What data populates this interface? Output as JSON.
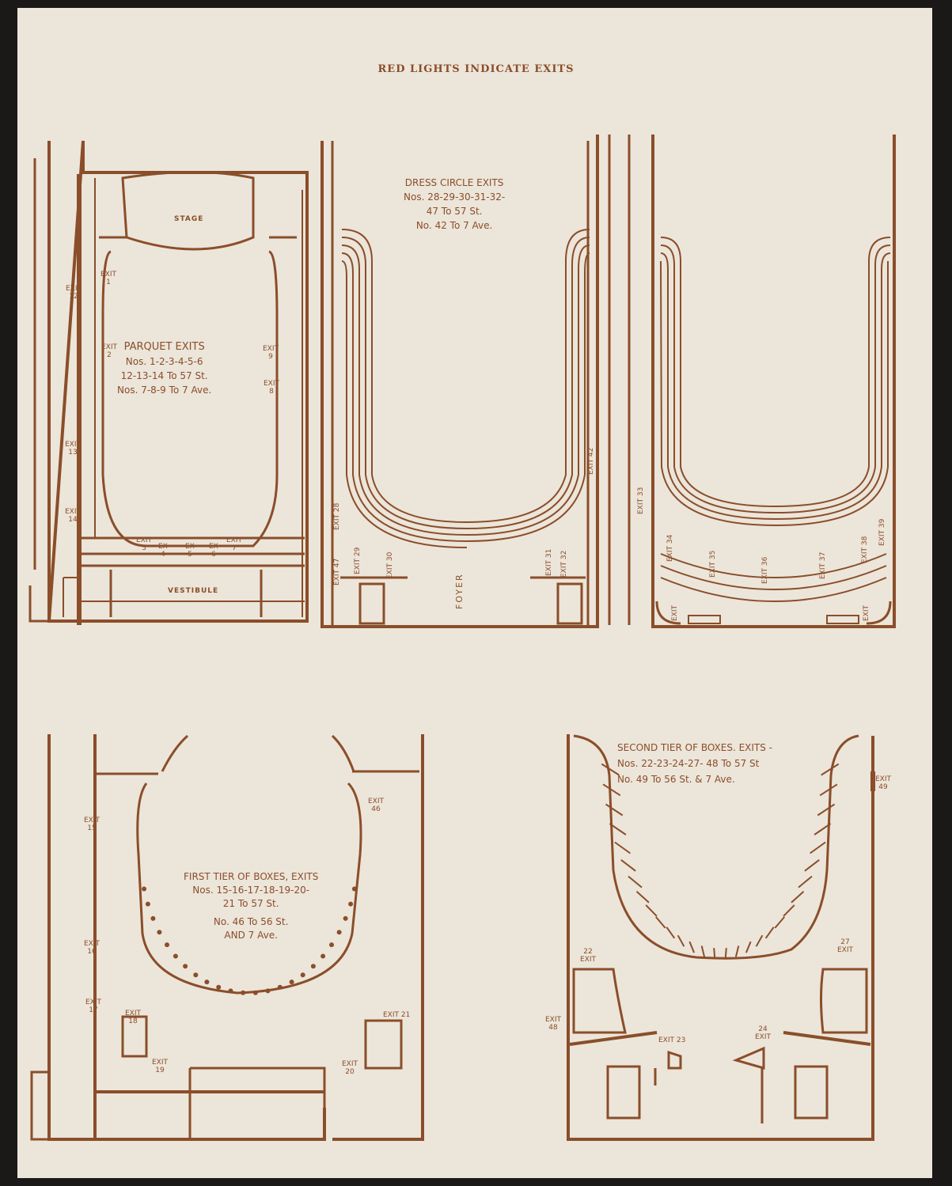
{
  "header": {
    "title": "RED LIGHTS INDICATE EXITS"
  },
  "plans": {
    "parquet": {
      "heading": "PARQUET EXITS",
      "lines": [
        "Nos. 1-2-3-4-5-6",
        "12-13-14 To 57 St.",
        "Nos. 7-8-9 To 7 Ave."
      ],
      "rooms": {
        "stage": "STAGE",
        "vestibule": "VESTIBULE"
      },
      "exits": {
        "e1": "EXIT\n1",
        "e2": "EXIT\n2",
        "e9": "EXIT\n9",
        "e8": "EXIT\n8",
        "e12": "EXIT\n12",
        "e13": "EXIT\n13",
        "e14": "EXIT\n14",
        "e3": "EXIT\n3",
        "e4": "EX\n4",
        "e5": "EX\n5",
        "e6": "EX\n6",
        "e7": "EXIT\n7"
      }
    },
    "dress_circle": {
      "heading": "DRESS CIRCLE EXITS",
      "lines": [
        "Nos. 28-29-30-31-32-",
        "47 To 57 St.",
        "No. 42 To 7 Ave."
      ],
      "rooms": {
        "foyer": "FOYER"
      },
      "exits": {
        "e28": "EXIT 28",
        "e47": "EXIT 47",
        "e29": "EXIT 29",
        "e30": "EXIT 30",
        "e31": "EXIT 31",
        "e32": "EXIT 32",
        "e42": "EXIT 42"
      }
    },
    "balcony": {
      "exits": {
        "e33": "EXIT 33",
        "e34": "EXIT 34",
        "e35": "EXIT 35",
        "e36": "EXIT 36",
        "e37": "EXIT 37",
        "e38": "EXIT 38",
        "e39": "EXIT 39",
        "e_left": "EXIT",
        "e_right": "EXIT"
      }
    },
    "first_tier": {
      "heading": "FIRST TIER OF BOXES, EXITS",
      "lines": [
        "Nos. 15-16-17-18-19-20-",
        "21 To 57 St.",
        "No. 46 To 56 St.",
        "AND 7 Ave."
      ],
      "exits": {
        "e15": "EXIT\n15",
        "e16": "EXIT\n16",
        "e17": "EXIT\n17",
        "e18": "EXIT\n18",
        "e19": "EXIT\n19",
        "e20": "EXIT\n20",
        "e21": "EXIT 21",
        "e46": "EXIT\n46"
      }
    },
    "second_tier": {
      "heading": "SECOND TIER OF BOXES. EXITS -",
      "lines": [
        "Nos. 22-23-24-27- 48 To 57 St",
        "No. 49 To 56 St. & 7 Ave."
      ],
      "exits": {
        "e22": "22\nEXIT",
        "e27": "27\nEXIT",
        "e23": "EXIT 23",
        "e24": "24\nEXIT",
        "e48": "EXIT\n48",
        "e49": "EXIT\n49"
      }
    }
  },
  "colors": {
    "ink": "#8a4e2a",
    "paper": "#ece5da",
    "backdrop": "#1b1917"
  }
}
